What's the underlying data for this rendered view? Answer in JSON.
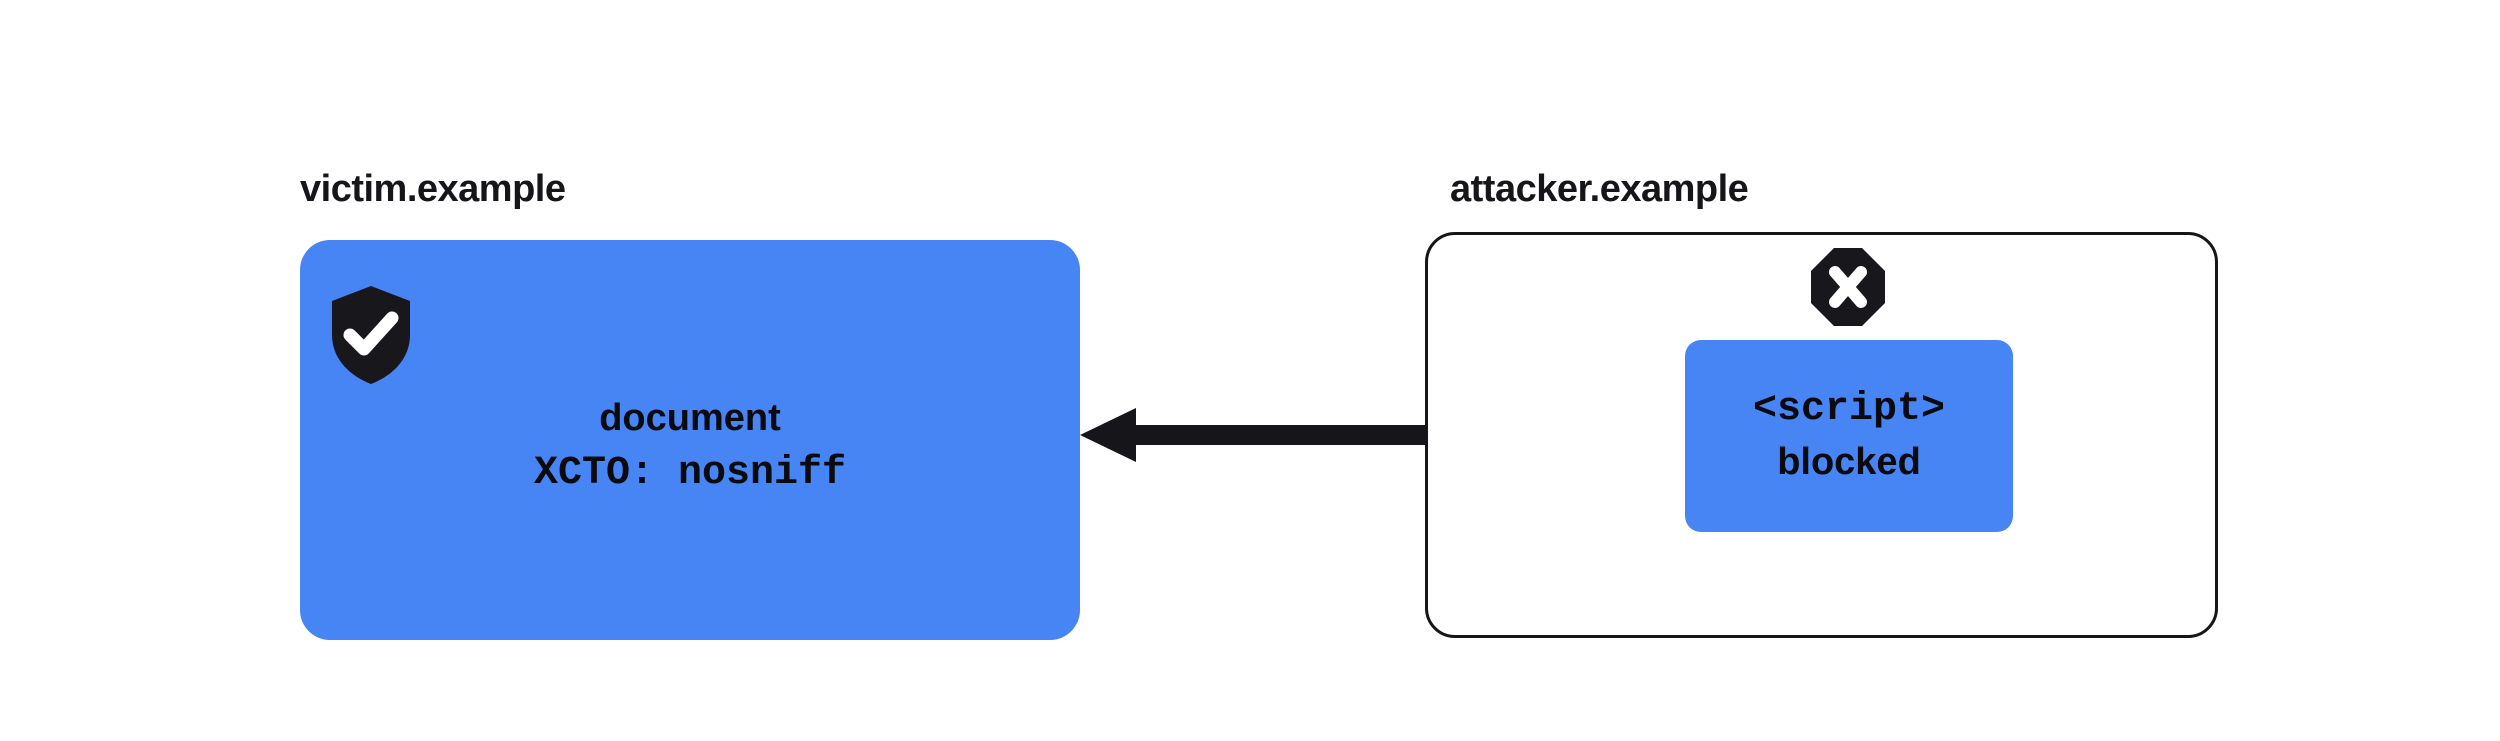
{
  "diagram": {
    "background_color": "#ffffff",
    "accent_blue": "#4785f4",
    "ink": "#15151a"
  },
  "victim": {
    "origin_label": "victim.example",
    "shield_icon_name": "shield-check-icon",
    "document_title": "document",
    "document_header": "XCTO: nosniff"
  },
  "attacker": {
    "origin_label": "attacker.example",
    "blocked_icon_name": "octagon-x-icon",
    "script_tag": "<script>",
    "script_state": "blocked"
  },
  "arrow": {
    "name": "request-arrow",
    "direction": "left",
    "color": "#15151a"
  }
}
